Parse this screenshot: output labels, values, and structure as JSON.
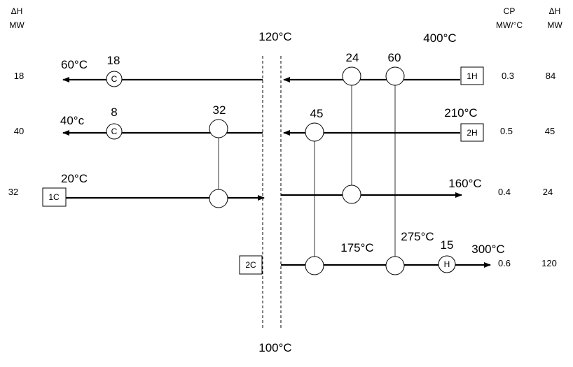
{
  "left_header": {
    "line1": "ΔH",
    "line2": "MW"
  },
  "right_header": {
    "cp_line1": "CP",
    "cp_line2": "MW/°C",
    "dh_line1": "ΔH",
    "dh_line2": "MW"
  },
  "pinch": {
    "hot_temp": "120°C",
    "cold_temp": "100°C"
  },
  "streams": [
    {
      "id": "1H",
      "left_dh": "18",
      "target_temp": "60°C",
      "supply_temp": "400°C",
      "cp": "0.3",
      "dh": "84"
    },
    {
      "id": "2H",
      "left_dh": "40",
      "target_temp": "40°c",
      "supply_temp": "210°C",
      "cp": "0.5",
      "dh": "45"
    },
    {
      "id": "1C",
      "left_dh": "32",
      "supply_temp": "20°C",
      "target_temp": "160°C",
      "cp": "0.4",
      "dh": "24"
    },
    {
      "id": "2C",
      "intermediate_temps": [
        "175°C",
        "275°C"
      ],
      "target_temp": "300°C",
      "cp": "0.6",
      "dh": "120"
    }
  ],
  "exchangers": [
    {
      "duty": "24"
    },
    {
      "duty": "60"
    },
    {
      "duty": "45"
    },
    {
      "duty": "32"
    }
  ],
  "utilities": [
    {
      "label": "C",
      "duty": "18"
    },
    {
      "label": "C",
      "duty": "8"
    },
    {
      "label": "H",
      "duty": "15"
    }
  ]
}
